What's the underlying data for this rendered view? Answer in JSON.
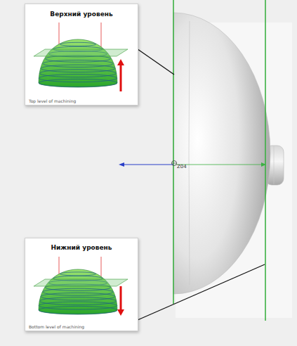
{
  "diagram": {
    "nodes": [
      {
        "text": [
          "Верхний уровень",
          "Top level of machining"
        ]
      },
      {
        "text": [
          "Нижний уровень",
          "Bottom level of machining"
        ]
      }
    ],
    "labels": [
      "Z04"
    ]
  }
}
